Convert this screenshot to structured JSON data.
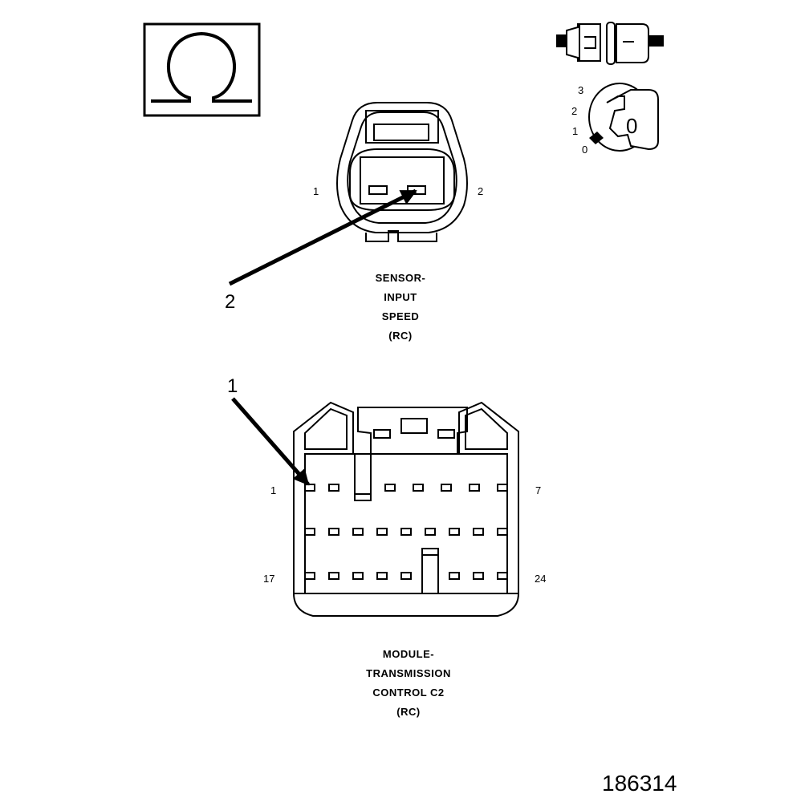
{
  "figure_id": "186314",
  "meter_symbol": {
    "icon": "ohmmeter-omega-icon",
    "glyph": "Ω"
  },
  "key_switch": {
    "icon": "ignition-key-icon",
    "positions": [
      "3",
      "2",
      "1",
      "0"
    ],
    "key_label": "0"
  },
  "sensor_connector": {
    "icon": "sensor-connector-2pin-icon",
    "pin_left": "1",
    "pin_right": "2",
    "caption_lines": [
      "SENSOR-",
      "INPUT",
      "SPEED",
      "(RC)"
    ]
  },
  "module_connector": {
    "icon": "module-connector-24pin-icon",
    "pin_top_left": "1",
    "pin_top_right": "7",
    "pin_bottom_left": "17",
    "pin_bottom_right": "24",
    "caption_lines": [
      "MODULE-",
      "TRANSMISSION",
      "CONTROL C2",
      "(RC)"
    ]
  },
  "callouts": {
    "sensor_probe": "2",
    "module_probe": "1"
  }
}
